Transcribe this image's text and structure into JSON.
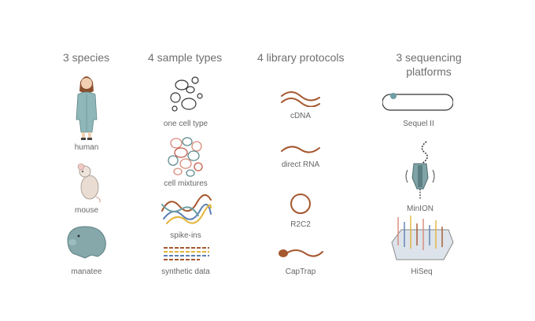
{
  "columns": {
    "species": {
      "heading": "3 species",
      "items": [
        {
          "label": "human",
          "icon": "human-icon"
        },
        {
          "label": "mouse",
          "icon": "mouse-icon"
        },
        {
          "label": "manatee",
          "icon": "manatee-icon"
        }
      ]
    },
    "sample_types": {
      "heading": "4 sample types",
      "items": [
        {
          "label": "one cell type",
          "icon": "cells-icon"
        },
        {
          "label": "cell mixtures",
          "icon": "cell-mixture-icon"
        },
        {
          "label": "spike-ins",
          "icon": "spike-ins-icon"
        },
        {
          "label": "synthetic data",
          "icon": "synthetic-data-icon"
        }
      ]
    },
    "protocols": {
      "heading": "4 library protocols",
      "items": [
        {
          "label": "cDNA",
          "icon": "cdna-icon"
        },
        {
          "label": "direct RNA",
          "icon": "rna-strand-icon"
        },
        {
          "label": "R2C2",
          "icon": "circle-rna-icon"
        },
        {
          "label": "CapTrap",
          "icon": "capped-rna-icon"
        }
      ]
    },
    "platforms": {
      "heading_line1": "3 sequencing",
      "heading_line2": "platforms",
      "items": [
        {
          "label": "Sequel II",
          "icon": "sequel-icon"
        },
        {
          "label": "MinION",
          "icon": "nanopore-icon"
        },
        {
          "label": "HiSeq",
          "icon": "flowcell-icon"
        }
      ]
    }
  },
  "colors": {
    "rna": "#a5572e",
    "teal": "#6e9ea3",
    "manatee": "#7fa3a6",
    "salmon": "#d98a7a",
    "yellow": "#e3b53a",
    "blue": "#5b7fb4",
    "text": "#666666"
  }
}
